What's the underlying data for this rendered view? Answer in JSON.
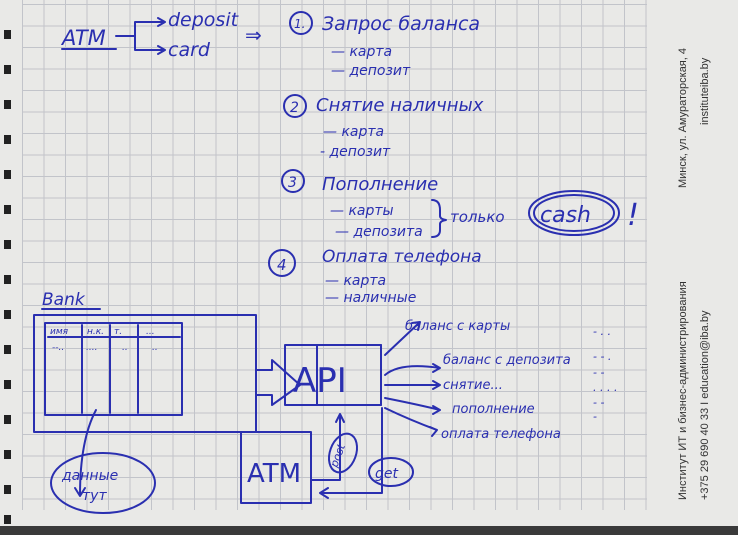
{
  "top": {
    "atm": "ATM",
    "deposit": "deposit",
    "card": "card",
    "implies": "⇒"
  },
  "list": [
    {
      "num": "1.",
      "title": "Запрос баланса",
      "items": [
        "— карта",
        "— депозит"
      ]
    },
    {
      "num": "2",
      "title": "Снятие наличных",
      "items": [
        "— карта",
        "- депозит"
      ]
    },
    {
      "num": "3",
      "title": "Пополнение",
      "items": [
        "— карты",
        "— депозита"
      ]
    },
    {
      "num": "4",
      "title": "Оплата телефона",
      "items": [
        "— карта",
        "— наличные"
      ]
    }
  ],
  "only": "только",
  "cash": "cash",
  "exclaim": "!",
  "bank": {
    "label": "Bank",
    "headers": [
      "имя",
      "н.к.",
      "т.",
      "..."
    ],
    "row": [
      "--..",
      "....",
      "..",
      ".."
    ]
  },
  "data_here": [
    "данные",
    "тут"
  ],
  "api": "API",
  "atm_box": "ATM",
  "post": "post",
  "get": "get",
  "endpoints": [
    "баланс с карты",
    "баланс с депозита",
    "снятие...",
    "пополнение",
    "оплата телефона"
  ],
  "endpoint_marks": [
    "- . .",
    "- - .",
    "- -",
    ". . . .",
    "- -",
    "-"
  ],
  "footer": {
    "institute": "Институт ИТ и бизнес-администрирования",
    "contact": "+375 29 690 40 33   I   education@iba.by",
    "address": "Минск, ул. Амураторская, 4",
    "site": "instituteiba.by"
  },
  "colors": {
    "ink": "#2a2fb0",
    "paper": "#e9e9e7",
    "grid": "#b9bcc4"
  }
}
